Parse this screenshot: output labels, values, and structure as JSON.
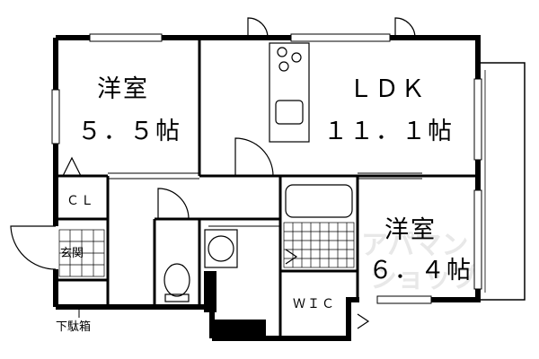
{
  "rooms": {
    "western_room_1": {
      "name": "洋室",
      "size": "５．５帖"
    },
    "ldk": {
      "name": "ＬＤＫ",
      "size": "１１．１帖"
    },
    "western_room_2": {
      "name": "洋室",
      "size": "６．４帖"
    },
    "closet": "ＣＬ",
    "entrance": "玄関",
    "walk_in_closet": "ＷＩＣ",
    "shoe_cabinet": "下駄箱"
  },
  "watermark": {
    "line1": "アパマン",
    "line2": "ショップ"
  }
}
